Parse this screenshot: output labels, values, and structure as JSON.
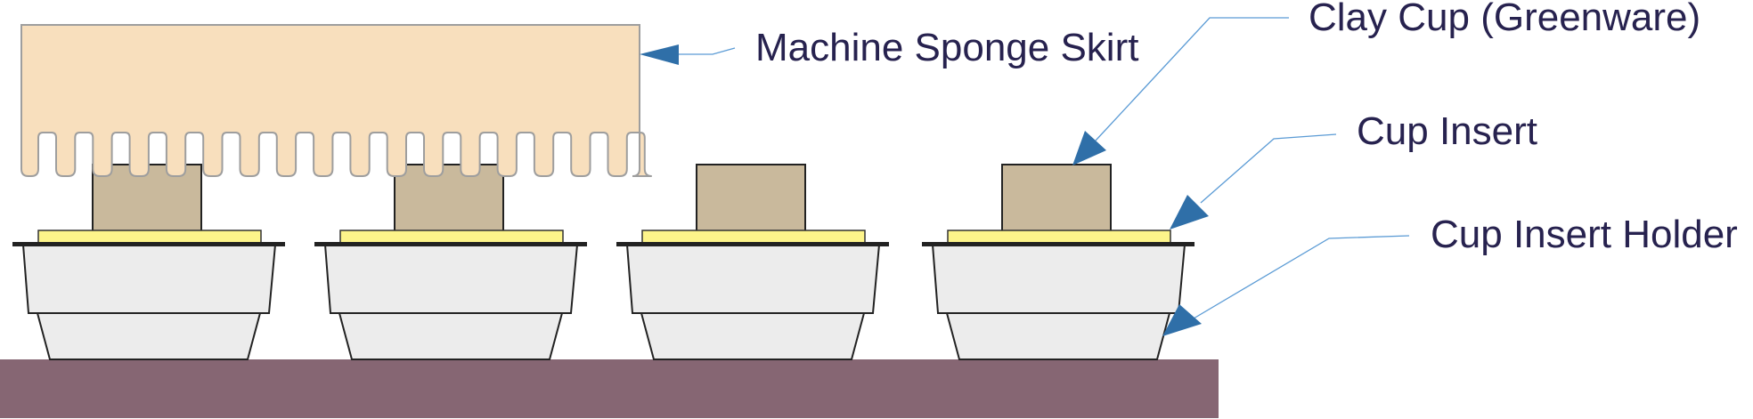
{
  "labels": {
    "sponge": "Machine Sponge Skirt",
    "clay_cup": "Clay Cup (Greenware)",
    "insert": "Cup Insert",
    "holder": "Cup Insert Holder"
  },
  "colors": {
    "sponge_fill": "#f8dfbd",
    "sponge_stroke": "#9e9e9e",
    "clay_fill": "#c9b99c",
    "insert_fill": "#fdf48a",
    "holder_fill": "#ececec",
    "base_fill": "#866673",
    "arrow_fill": "#2f6fa8",
    "leader_stroke": "#5b9bd5",
    "label_color": "#27224f"
  }
}
